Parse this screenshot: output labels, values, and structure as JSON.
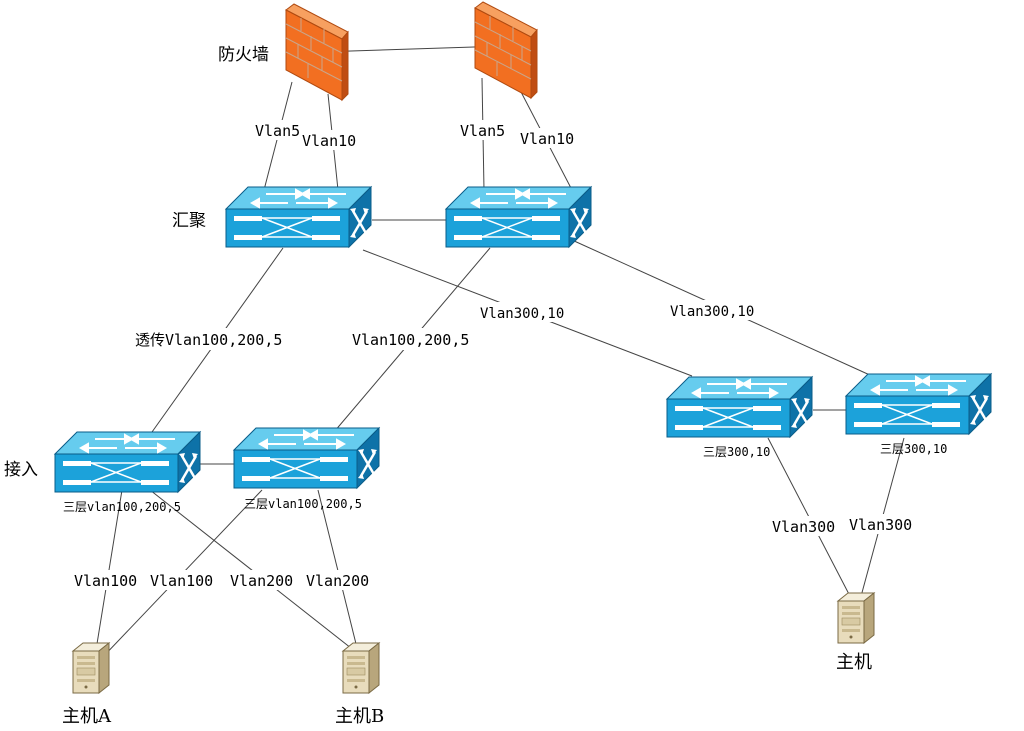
{
  "labels": {
    "firewall_group": "防火墙",
    "aggregation_group": "汇聚",
    "access_group": "接入"
  },
  "links": {
    "fw1_left": "Vlan5",
    "fw1_right": "Vlan10",
    "fw2_left": "Vlan5",
    "fw2_right": "Vlan10",
    "agg_left_down": "透传Vlan100,200,5",
    "agg_right_down": "Vlan100,200,5",
    "agg_left_to_l3a": "Vlan300,10",
    "agg_right_to_l3b": "Vlan300,10",
    "acc1_hostA": "Vlan100",
    "acc2_hostA": "Vlan100",
    "acc1_hostB": "Vlan200",
    "acc2_hostB": "Vlan200",
    "l3a_host": "Vlan300",
    "l3b_host": "Vlan300"
  },
  "devices": {
    "access1_caption": "三层vlan100,200,5",
    "access2_caption": "三层vlan100,200,5",
    "l3a_caption": "三层300,10",
    "l3b_caption": "三层300,10",
    "host_a": "主机A",
    "host_b": "主机B",
    "host_c": "主机"
  },
  "colors": {
    "firewall": "#f07020",
    "switch_top": "#5fc8ec",
    "switch_front": "#1ba0d8",
    "switch_side": "#0b6fa3",
    "server": "#e6dcc0",
    "line": "#444444"
  }
}
